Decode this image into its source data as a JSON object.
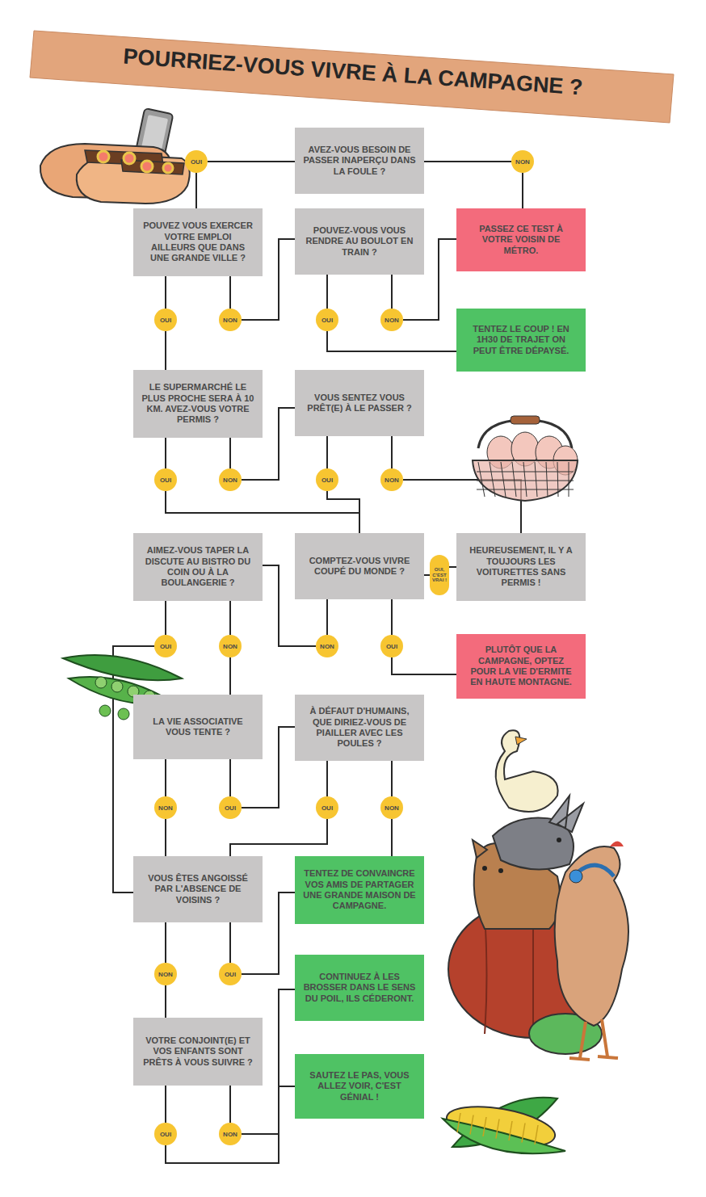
{
  "diagram": {
    "title": "POURRIEZ-VOUS VIVRE À LA CAMPAGNE ?",
    "nodes": [
      {
        "text": [
          "AVEZ-VOUS BESOIN DE PASSER INAPERÇU DANS LA FOULE ?"
        ]
      },
      {
        "text": [
          "OUI"
        ]
      },
      {
        "text": [
          "NON"
        ]
      },
      {
        "text": [
          "POUVEZ VOUS EXERCER VOTRE EMPLOI AILLEURS QUE DANS UNE GRANDE VILLE ?"
        ]
      },
      {
        "text": [
          "POUVEZ-VOUS VOUS RENDRE AU BOULOT EN TRAIN ?"
        ]
      },
      {
        "text": [
          "PASSEZ CE TEST À VOTRE VOISIN DE MÉTRO."
        ]
      },
      {
        "text": [
          "OUI"
        ]
      },
      {
        "text": [
          "NON"
        ]
      },
      {
        "text": [
          "OUI"
        ]
      },
      {
        "text": [
          "NON"
        ]
      },
      {
        "text": [
          "TENTEZ LE COUP ! EN 1H30 DE TRAJET ON PEUT ÊTRE DÉPAYSÉ."
        ]
      },
      {
        "text": [
          "LE SUPERMARCHÉ LE PLUS PROCHE SERA À 10 KM. AVEZ-VOUS VOTRE PERMIS ?"
        ]
      },
      {
        "text": [
          "VOUS SENTEZ VOUS PRÊT(E) À LE PASSER ?"
        ]
      },
      {
        "text": [
          "OUI"
        ]
      },
      {
        "text": [
          "NON"
        ]
      },
      {
        "text": [
          "OUI"
        ]
      },
      {
        "text": [
          "NON"
        ]
      },
      {
        "text": [
          "AIMEZ-VOUS TAPER LA DISCUTE AU BISTRO DU COIN OU À LA BOULANGERIE ?"
        ]
      },
      {
        "text": [
          "COMPTEZ-VOUS VIVRE COUPÉ DU MONDE ?"
        ]
      },
      {
        "text": [
          "OUI, C'EST VRAI !"
        ]
      },
      {
        "text": [
          "HEUREUSEMENT, IL Y A TOUJOURS LES VOITURETTES SANS PERMIS !"
        ]
      },
      {
        "text": [
          "OUI"
        ]
      },
      {
        "text": [
          "NON"
        ]
      },
      {
        "text": [
          "NON"
        ]
      },
      {
        "text": [
          "OUI"
        ]
      },
      {
        "text": [
          "PLUTÔT QUE LA CAMPAGNE, OPTEZ POUR LA VIE D'ERMITE EN HAUTE MONTAGNE."
        ]
      },
      {
        "text": [
          "LA VIE ASSOCIATIVE VOUS TENTE ?"
        ]
      },
      {
        "text": [
          "À DÉFAUT D'HUMAINS, QUE DIRIEZ-VOUS DE PIAILLER AVEC LES POULES ?"
        ]
      },
      {
        "text": [
          "NON"
        ]
      },
      {
        "text": [
          "OUI"
        ]
      },
      {
        "text": [
          "OUI"
        ]
      },
      {
        "text": [
          "NON"
        ]
      },
      {
        "text": [
          "VOUS ÊTES ANGOISSÉ PAR L'ABSENCE DE VOISINS ?"
        ]
      },
      {
        "text": [
          "TENTEZ DE CONVAINCRE VOS AMIS DE PARTAGER UNE GRANDE MAISON DE CAMPAGNE."
        ]
      },
      {
        "text": [
          "NON"
        ]
      },
      {
        "text": [
          "OUI"
        ]
      },
      {
        "text": [
          "CONTINUEZ À LES BROSSER DANS LE SENS DU POIL, ILS CÉDERONT."
        ]
      },
      {
        "text": [
          "VOTRE CONJOINT(E) ET VOS ENFANTS SONT PRÊTS À VOUS SUIVRE ?"
        ]
      },
      {
        "text": [
          "SAUTEZ LE PAS, VOUS ALLEZ VOIR, C'EST GÉNIAL !"
        ]
      },
      {
        "text": [
          "OUI"
        ]
      },
      {
        "text": [
          "NON"
        ]
      }
    ],
    "edges": [
      {
        "from": 0,
        "to": 1,
        "arrow": "none"
      },
      {
        "from": 1,
        "to": 3,
        "arrow": "none"
      },
      {
        "from": 0,
        "to": 2,
        "arrow": "none"
      },
      {
        "from": 2,
        "to": 5,
        "arrow": "none"
      },
      {
        "from": 3,
        "to": 6,
        "arrow": "none"
      },
      {
        "from": 3,
        "to": 7,
        "arrow": "none"
      },
      {
        "from": 6,
        "to": 11,
        "arrow": "none"
      },
      {
        "from": 7,
        "to": 4,
        "arrow": "none"
      },
      {
        "from": 4,
        "to": 8,
        "arrow": "none"
      },
      {
        "from": 4,
        "to": 9,
        "arrow": "none"
      },
      {
        "from": 8,
        "to": 10,
        "arrow": "none"
      },
      {
        "from": 9,
        "to": 5,
        "arrow": "none"
      },
      {
        "from": 11,
        "to": 13,
        "arrow": "none"
      },
      {
        "from": 11,
        "to": 14,
        "arrow": "none"
      },
      {
        "from": 13,
        "to": 18,
        "arrow": "none"
      },
      {
        "from": 14,
        "to": 12,
        "arrow": "none"
      },
      {
        "from": 12,
        "to": 15,
        "arrow": "none"
      },
      {
        "from": 12,
        "to": 16,
        "arrow": "none"
      },
      {
        "from": 15,
        "to": 18,
        "arrow": "none"
      },
      {
        "from": 16,
        "to": 20,
        "arrow": "none"
      },
      {
        "from": 20,
        "to": 19,
        "arrow": "none"
      },
      {
        "from": 19,
        "to": 18,
        "arrow": "none"
      },
      {
        "from": 17,
        "to": 21,
        "arrow": "none"
      },
      {
        "from": 17,
        "to": 22,
        "arrow": "none"
      },
      {
        "from": 21,
        "to": 32,
        "arrow": "none"
      },
      {
        "from": 22,
        "to": 26,
        "arrow": "none"
      },
      {
        "from": 18,
        "to": 23,
        "arrow": "none"
      },
      {
        "from": 18,
        "to": 24,
        "arrow": "none"
      },
      {
        "from": 23,
        "to": 17,
        "arrow": "none"
      },
      {
        "from": 24,
        "to": 25,
        "arrow": "none"
      },
      {
        "from": 26,
        "to": 28,
        "arrow": "none"
      },
      {
        "from": 26,
        "to": 29,
        "arrow": "none"
      },
      {
        "from": 28,
        "to": 32,
        "arrow": "none"
      },
      {
        "from": 29,
        "to": 27,
        "arrow": "none"
      },
      {
        "from": 27,
        "to": 30,
        "arrow": "none"
      },
      {
        "from": 27,
        "to": 31,
        "arrow": "none"
      },
      {
        "from": 30,
        "to": 32,
        "arrow": "none"
      },
      {
        "from": 31,
        "to": 33,
        "arrow": "none"
      },
      {
        "from": 32,
        "to": 34,
        "arrow": "none"
      },
      {
        "from": 32,
        "to": 35,
        "arrow": "none"
      },
      {
        "from": 34,
        "to": 37,
        "arrow": "none"
      },
      {
        "from": 35,
        "to": 33,
        "arrow": "none"
      },
      {
        "from": 37,
        "to": 39,
        "arrow": "none"
      },
      {
        "from": 37,
        "to": 40,
        "arrow": "none"
      },
      {
        "from": 39,
        "to": 38,
        "arrow": "none"
      },
      {
        "from": 40,
        "to": 36,
        "arrow": "none"
      }
    ]
  }
}
